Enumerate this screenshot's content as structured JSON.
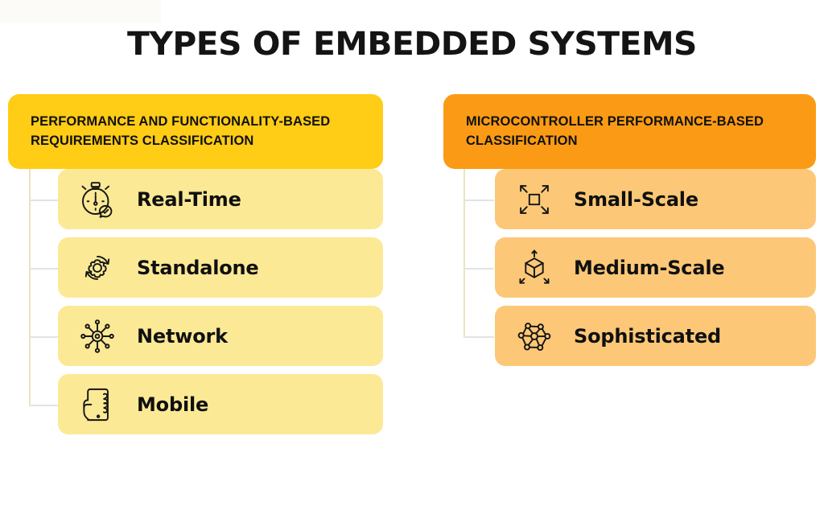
{
  "page": {
    "title": "TYPES OF EMBEDDED SYSTEMS",
    "background_color": "#ffffff",
    "title_color": "#141414"
  },
  "colors": {
    "left_header_bg": "#FFCC16",
    "left_item_bg": "#FCE995",
    "right_header_bg": "#FB9B15",
    "right_item_bg": "#FCC877",
    "connector_stem": "#ece3bf",
    "connector_twig": "#e3e3e3",
    "icon_stroke": "#151515",
    "label_color": "#101010"
  },
  "columns": [
    {
      "id": "left",
      "header": "PERFORMANCE AND FUNCTIONALITY-BASED REQUIREMENTS CLASSIFICATION",
      "items": [
        {
          "label": "Real-Time",
          "icon": "stopwatch-check-icon"
        },
        {
          "label": "Standalone",
          "icon": "gear-refresh-icon"
        },
        {
          "label": "Network",
          "icon": "network-hub-icon"
        },
        {
          "label": "Mobile",
          "icon": "hand-phone-icon"
        }
      ]
    },
    {
      "id": "right",
      "header": "MICROCONTROLLER PERFORMANCE-BASED CLASSIFICATION",
      "items": [
        {
          "label": "Small-Scale",
          "icon": "square-inward-arrows-icon"
        },
        {
          "label": "Medium-Scale",
          "icon": "cube-outward-arrows-icon"
        },
        {
          "label": "Sophisticated",
          "icon": "node-graph-icon"
        }
      ]
    }
  ]
}
